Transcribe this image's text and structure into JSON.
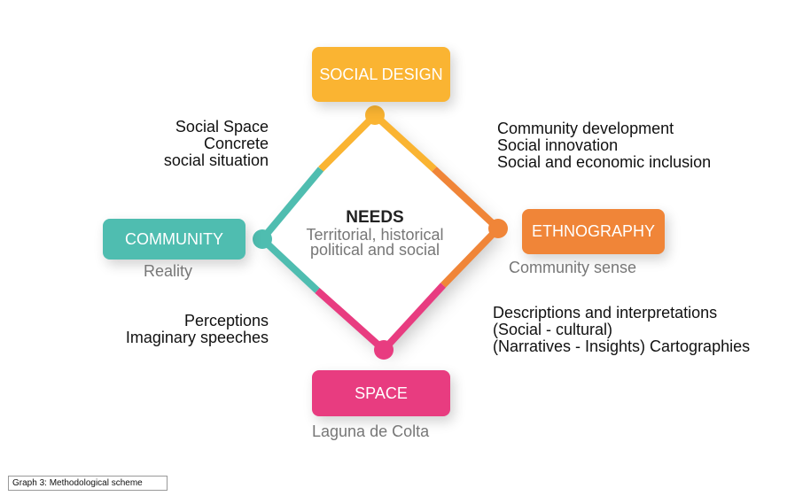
{
  "center": {
    "title": "NEEDS",
    "line1": "Territorial, historical",
    "line2": "political and social"
  },
  "nodes": {
    "social_design": {
      "label": "SOCIAL DESIGN",
      "color": "#FAB432"
    },
    "community": {
      "label": "COMMUNITY",
      "sub": "Reality",
      "color": "#4FBDB0"
    },
    "ethnography": {
      "label": "ETHNOGRAPHY",
      "sub": "Community sense",
      "color": "#F08538"
    },
    "space": {
      "label": "SPACE",
      "sub": "Laguna de Colta",
      "color": "#E83C80"
    }
  },
  "annotations": {
    "top_left": [
      "Social Space",
      "Concrete",
      "social situation"
    ],
    "top_right": [
      "Community development",
      "Social innovation",
      "Social and economic inclusion"
    ],
    "bottom_left": [
      "Perceptions",
      "Imaginary speeches"
    ],
    "bottom_right": [
      "Descriptions and interpretations",
      "(Social - cultural)",
      "(Narratives - Insights) Cartographies"
    ]
  },
  "caption": "Graph 3: Methodological scheme"
}
